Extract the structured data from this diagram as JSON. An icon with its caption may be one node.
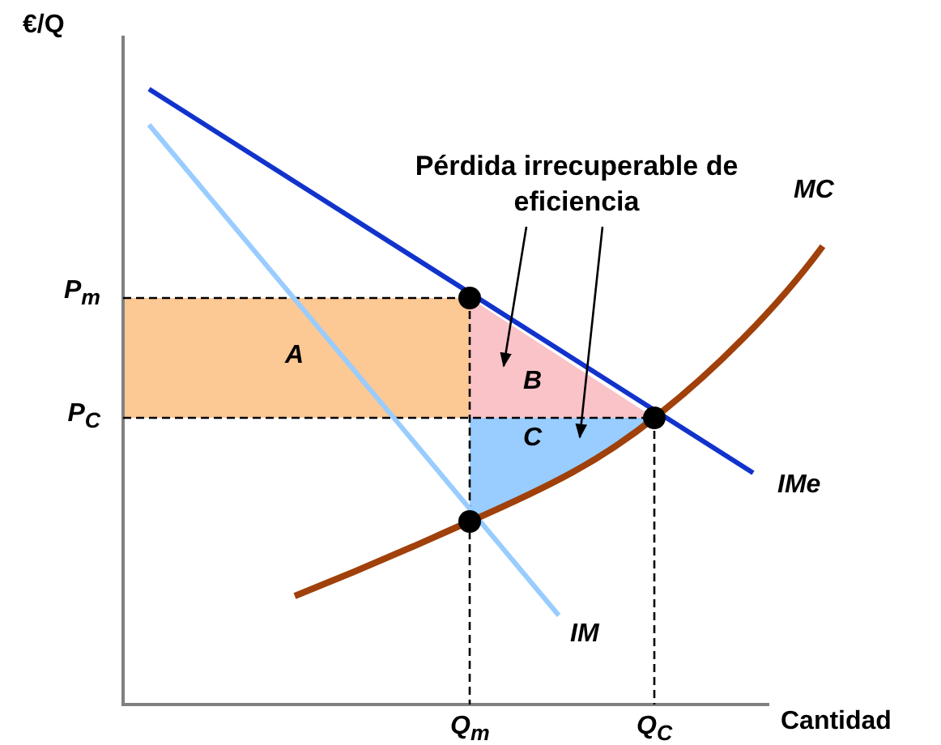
{
  "diagram": {
    "nodes": [
      {
        "text": [
          "Pérdida irrecuperable de eficiencia"
        ]
      },
      {
        "text": [
          "A"
        ]
      },
      {
        "text": [
          "B"
        ]
      },
      {
        "text": [
          "C"
        ]
      }
    ],
    "edges": [
      {
        "from": 0,
        "to": 2,
        "arrow": "to"
      },
      {
        "from": 0,
        "to": 3,
        "arrow": "to"
      }
    ],
    "labels": [
      "€/Q",
      "MC",
      "P$_{m}$",
      "P$_{C}$",
      "IMe",
      "IM",
      "Q$_{m}$",
      "Q$_{C}$",
      "Cantidad"
    ]
  }
}
